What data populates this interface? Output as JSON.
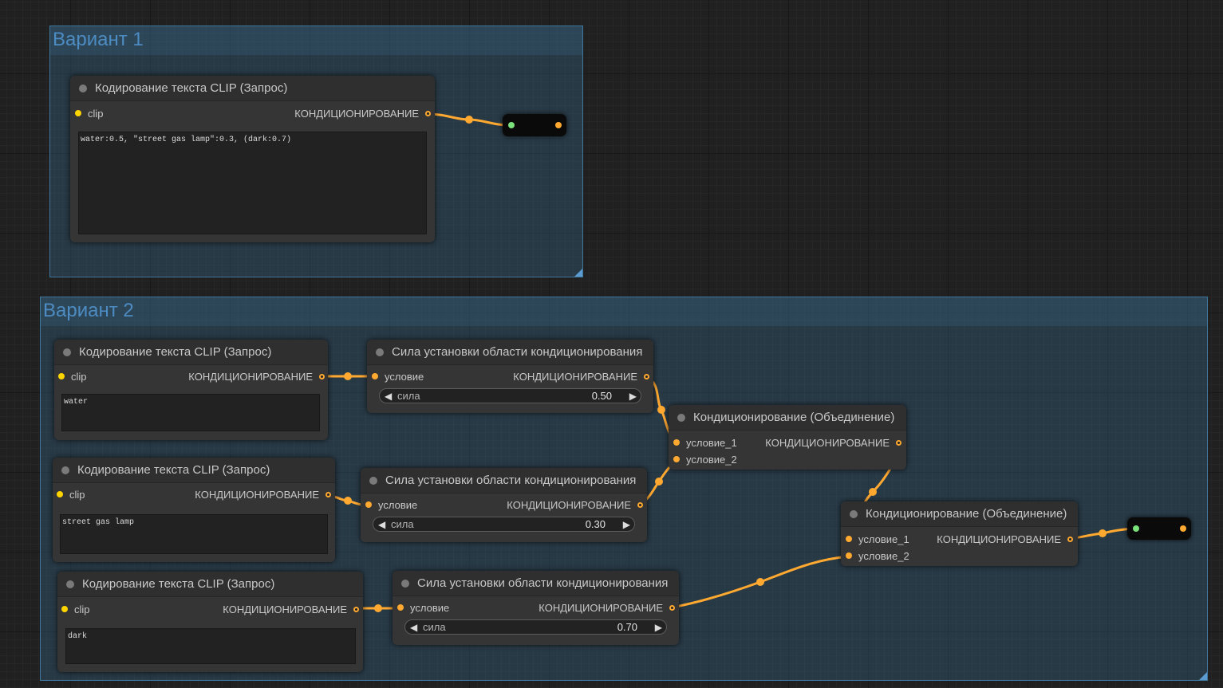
{
  "groups": [
    {
      "title": "Вариант 1"
    },
    {
      "title": "Вариант 2"
    }
  ],
  "clip_nodes": [
    {
      "title": "Кодирование текста CLIP (Запрос)",
      "input": "clip",
      "output": "КОНДИЦИОНИРОВАНИЕ",
      "text": "water:0.5, \"street gas lamp\":0.3, (dark:0.7)"
    },
    {
      "title": "Кодирование текста CLIP (Запрос)",
      "input": "clip",
      "output": "КОНДИЦИОНИРОВАНИЕ",
      "text": "water"
    },
    {
      "title": "Кодирование текста CLIP (Запрос)",
      "input": "clip",
      "output": "КОНДИЦИОНИРОВАНИЕ",
      "text": "street gas lamp"
    },
    {
      "title": "Кодирование текста CLIP (Запрос)",
      "input": "clip",
      "output": "КОНДИЦИОНИРОВАНИЕ",
      "text": "dark"
    }
  ],
  "strength_nodes": [
    {
      "title": "Сила установки области кондиционирования",
      "input": "условие",
      "output": "КОНДИЦИОНИРОВАНИЕ",
      "widget_name": "сила",
      "widget_value": "0.50"
    },
    {
      "title": "Сила установки области кондиционирования",
      "input": "условие",
      "output": "КОНДИЦИОНИРОВАНИЕ",
      "widget_name": "сила",
      "widget_value": "0.30"
    },
    {
      "title": "Сила установки области кондиционирования",
      "input": "условие",
      "output": "КОНДИЦИОНИРОВАНИЕ",
      "widget_name": "сила",
      "widget_value": "0.70"
    }
  ],
  "combine_nodes": [
    {
      "title": "Кондиционирование (Объединение)",
      "input_1": "условие_1",
      "input_2": "условие_2",
      "output": "КОНДИЦИОНИРОВАНИЕ"
    },
    {
      "title": "Кондиционирование (Объединение)",
      "input_1": "условие_1",
      "input_2": "условие_2",
      "output": "КОНДИЦИОНИРОВАНИЕ"
    }
  ],
  "colors": {
    "canvas_bg": "#202020",
    "group_border": "#3f789e",
    "group_title": "#4d8cc2",
    "node_bg": "#353535",
    "clip_pin": "#ffd500",
    "conditioning_link": "#ffa931",
    "reroute_input": "#7be37b"
  },
  "icons": {
    "node_collapse": "grey-circle",
    "slider_decrement": "left-triangle",
    "slider_increment": "right-triangle",
    "group_resize": "corner-triangle"
  }
}
